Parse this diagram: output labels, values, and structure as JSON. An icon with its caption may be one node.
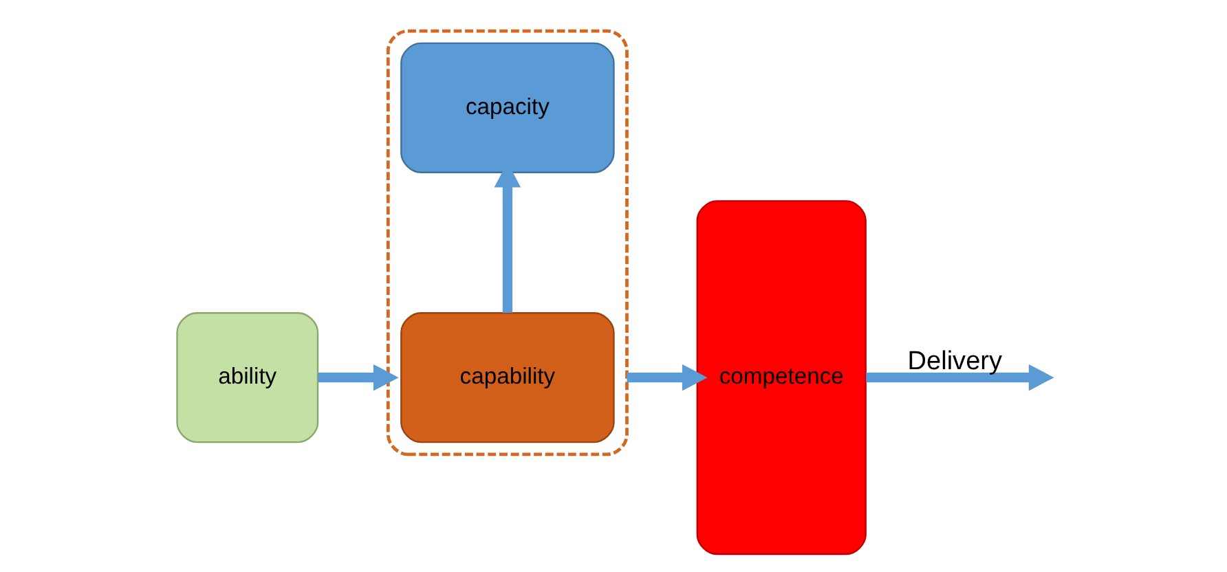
{
  "diagram": {
    "nodes": [
      {
        "text": [
          "ability"
        ]
      },
      {
        "text": [],
        "shape": "box"
      },
      {
        "text": [
          "capability"
        ],
        "in": 1
      },
      {
        "text": [
          "capacity"
        ],
        "in": 1
      },
      {
        "text": [
          "competence"
        ]
      }
    ],
    "edges": [
      {
        "from": 0,
        "to": 1,
        "arrow": "to"
      },
      {
        "from": 2,
        "to": 3,
        "arrow": "to"
      },
      {
        "from": 1,
        "to": 4,
        "arrow": "to"
      },
      {
        "from": 4,
        "to": null,
        "arrow": "to",
        "label": "Delivery"
      }
    ]
  }
}
